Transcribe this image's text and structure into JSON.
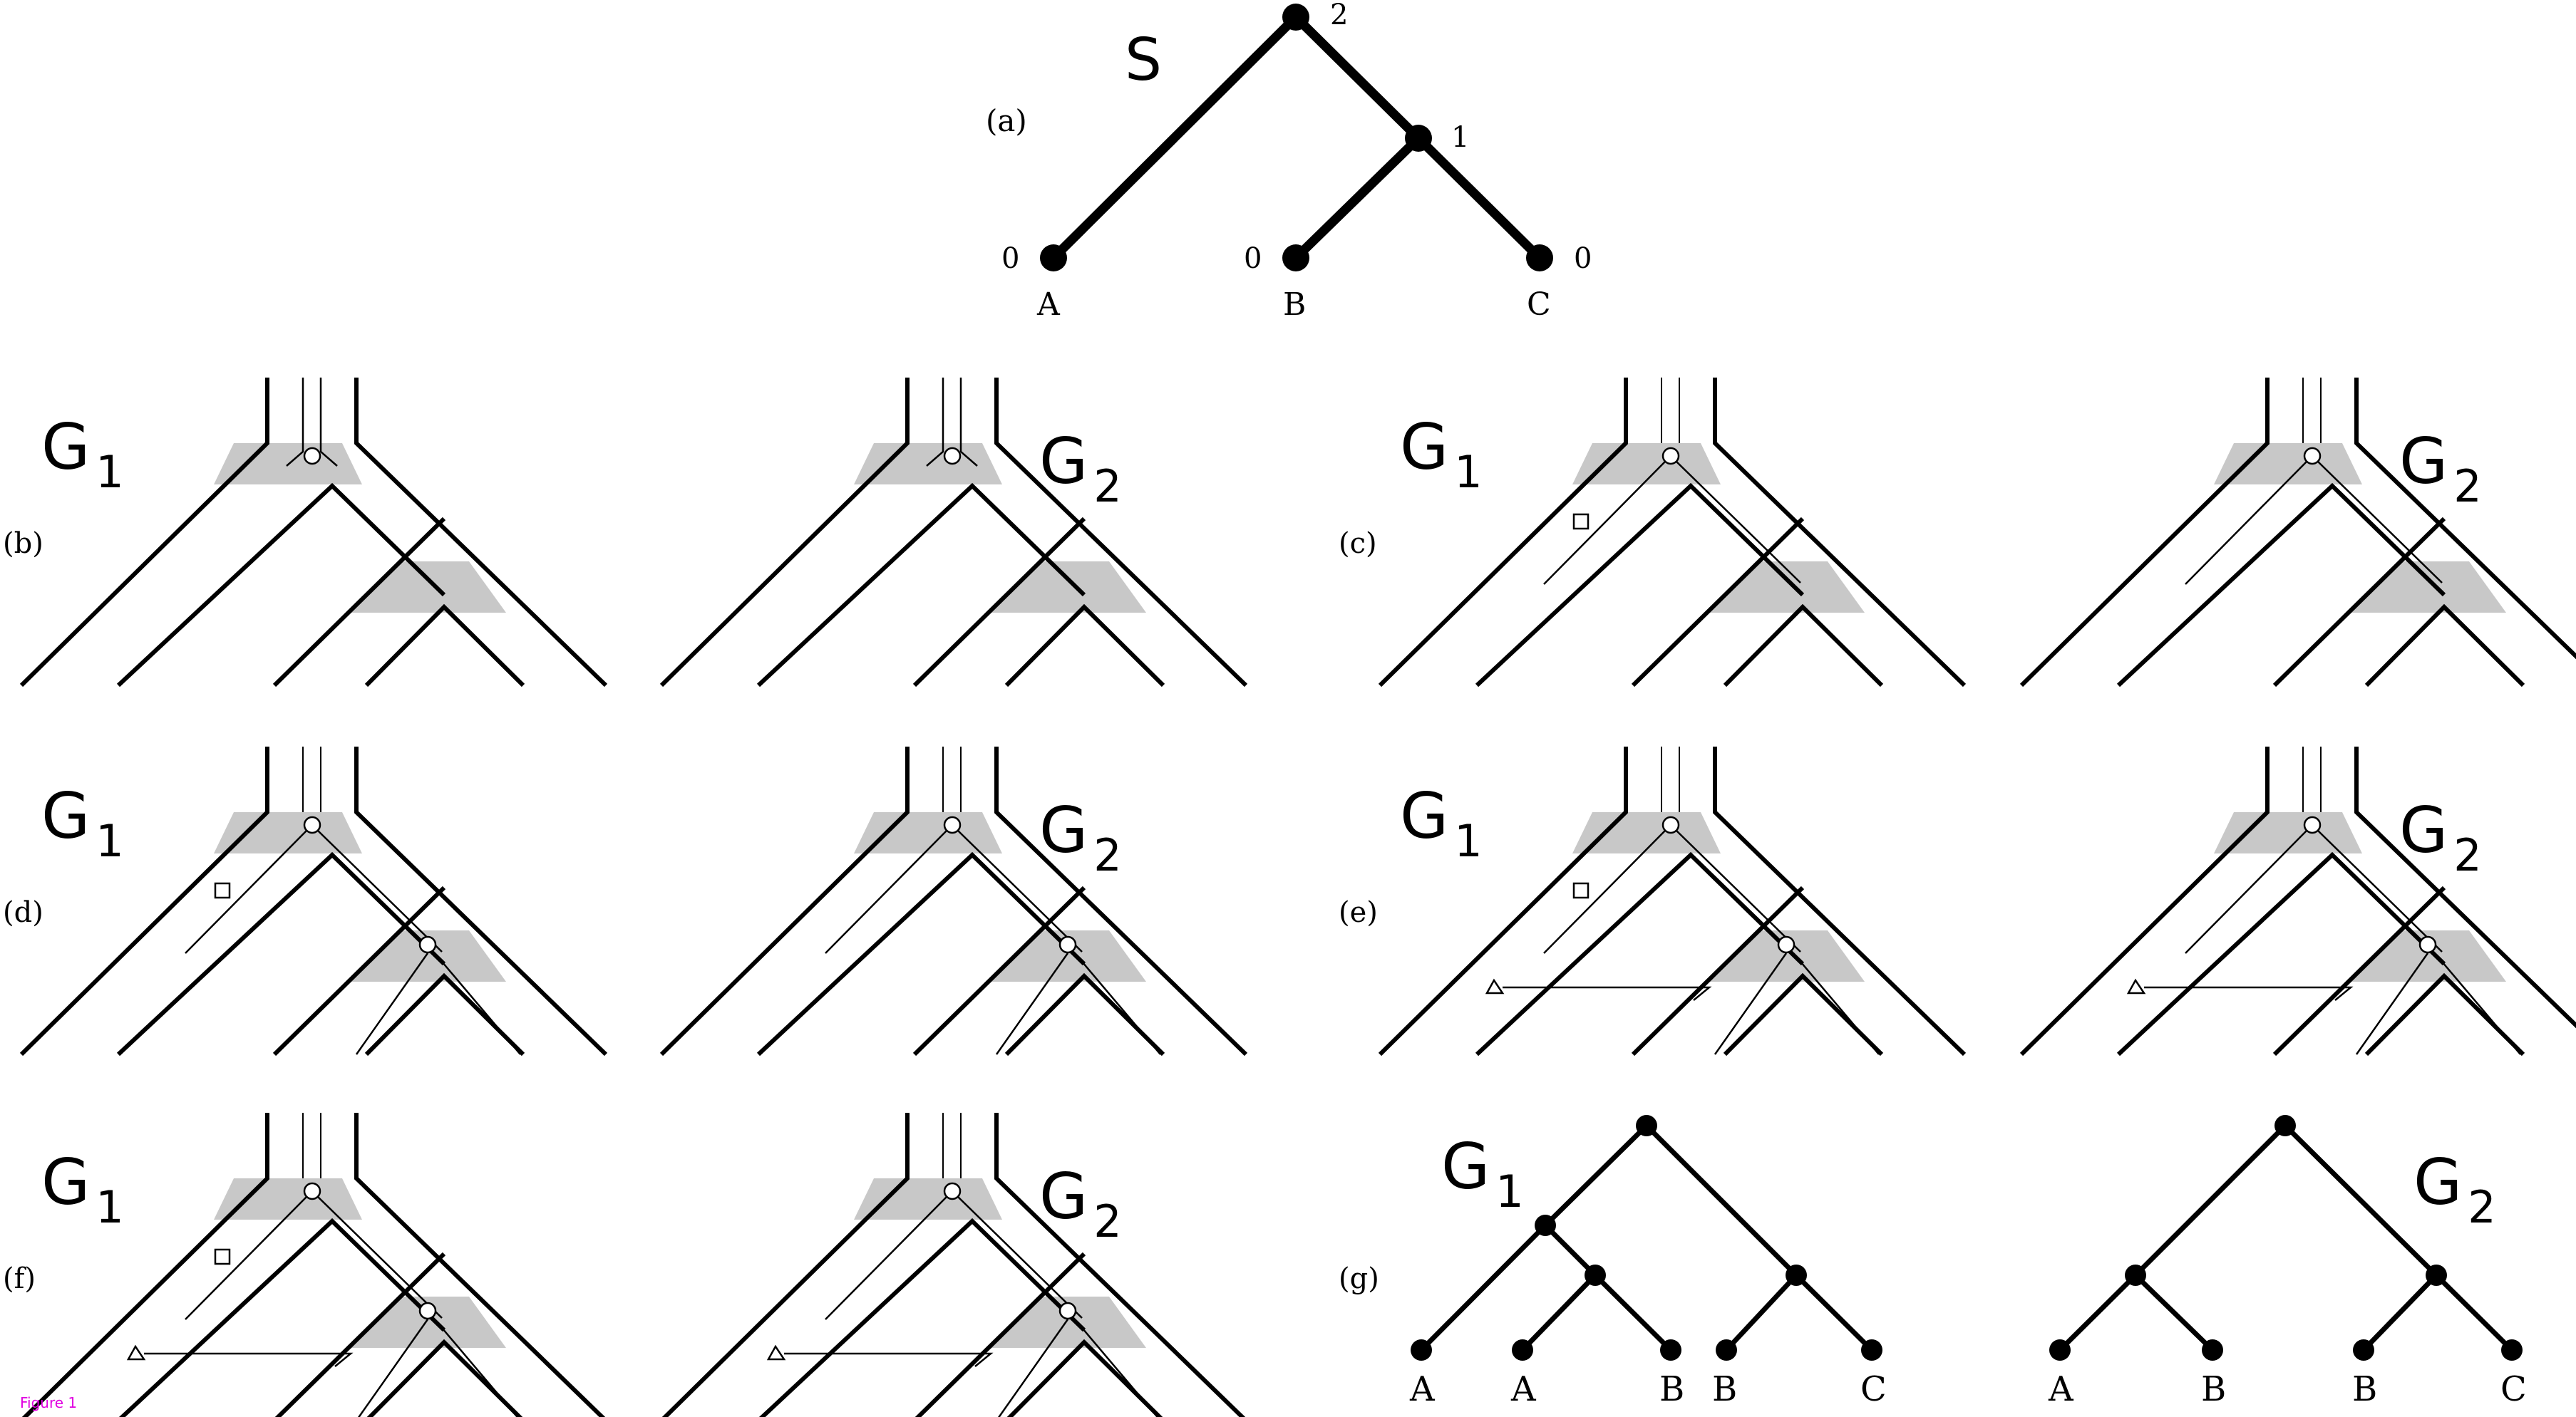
{
  "species_tree": {
    "title": "S",
    "panel_label": "(a)",
    "node_labels": {
      "root": "2",
      "inner": "1",
      "a": "0",
      "b": "0",
      "c": "0"
    },
    "leaf_names": [
      "A",
      "B",
      "C"
    ]
  },
  "panels": [
    {
      "id": "b",
      "label": "(b)",
      "left_title": "G",
      "left_sub": "1",
      "right_title": "G",
      "right_sub": "2"
    },
    {
      "id": "c",
      "label": "(c)",
      "left_title": "G",
      "left_sub": "1",
      "right_title": "G",
      "right_sub": "2"
    },
    {
      "id": "d",
      "label": "(d)",
      "left_title": "G",
      "left_sub": "1",
      "right_title": "G",
      "right_sub": "2"
    },
    {
      "id": "e",
      "label": "(e)",
      "left_title": "G",
      "left_sub": "1",
      "right_title": "G",
      "right_sub": "2"
    },
    {
      "id": "f",
      "label": "(f)",
      "left_title": "G",
      "left_sub": "1",
      "right_title": "G",
      "right_sub": "2"
    },
    {
      "id": "g",
      "label": "(g)",
      "left_title": "G",
      "left_sub": "1",
      "right_title": "G",
      "right_sub": "2"
    }
  ],
  "gene_trees": {
    "g1_leaves": [
      "A",
      "A",
      "B",
      "B",
      "C"
    ],
    "g2_leaves": [
      "A",
      "B",
      "B",
      "C"
    ]
  },
  "footer_note": "Figure 1"
}
